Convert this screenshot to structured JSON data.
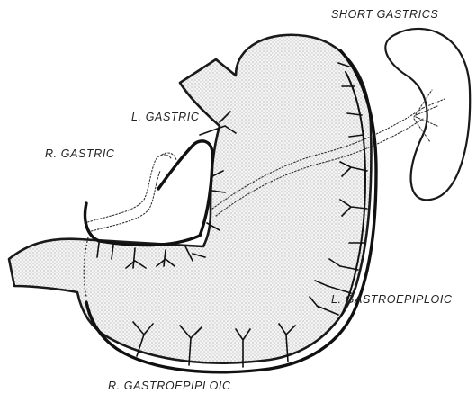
{
  "figure": {
    "labels": {
      "short_gastrics": "SHORT GASTRICS",
      "l_gastric": "L. GASTRIC",
      "r_gastric": "R. GASTRIC",
      "l_gastroepiploic": "L. GASTROEPIPLOIC",
      "r_gastroepiploic": "R. GASTROEPIPLOIC"
    },
    "colors": {
      "stipple": "#8a8a8a",
      "vessel": "#111111",
      "background": "#ffffff"
    }
  }
}
